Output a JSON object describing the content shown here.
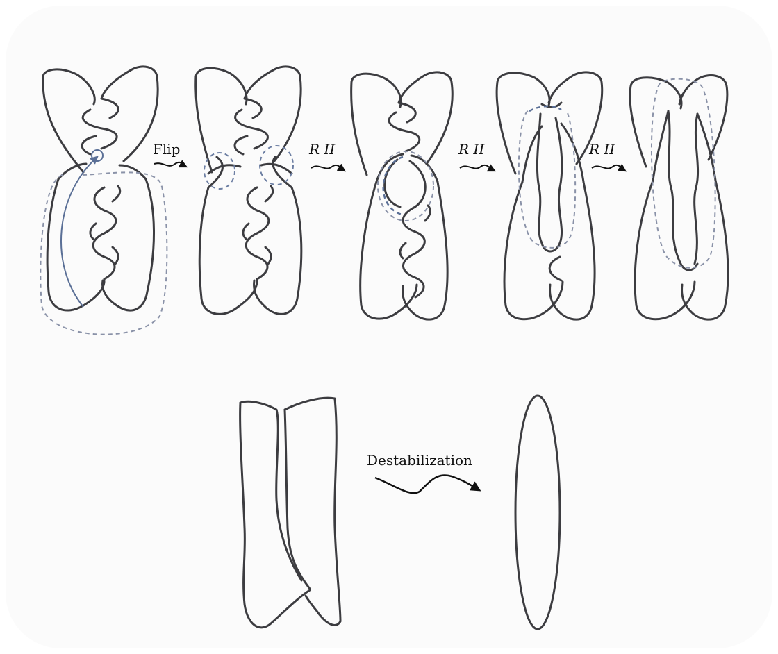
{
  "figure": {
    "background_color": "#fbfbfb",
    "knot_color": "#3c3c40",
    "highlight_color": "#5a6f96",
    "dashed_color": "#8a92a8",
    "arrow_color": "#111111"
  },
  "moves": {
    "flip": "Flip",
    "r2_first": "R II",
    "r2_second": "R II",
    "r2_third": "R II",
    "destabilization": "Destabilization"
  }
}
